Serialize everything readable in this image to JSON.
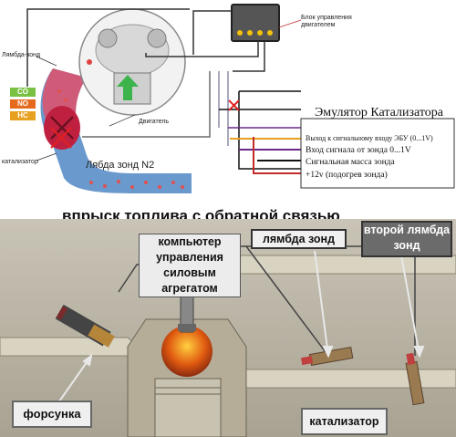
{
  "top": {
    "control_unit_label": "Блок управления двигателем",
    "lambda_probe_label": "Лямбда-зонд",
    "engine_label": "Двигатель",
    "catalyst_label": "катализатор",
    "lambda_probe_2_label": "Лябда зонд N2",
    "gases": [
      "CO",
      "NO",
      "HC"
    ]
  },
  "emulator": {
    "title": "Эмулятор Катализатора",
    "lines": [
      "Выход к сигнальному входу ЭБУ (0...1V)",
      "Вход сигнала от зонда 0...1V",
      "Сигнальная масса зонда",
      "+12v (подогрев зонда)"
    ],
    "wire_colors": [
      "#e8a020",
      "#6b2a8a",
      "#111111",
      "#c42a2a"
    ]
  },
  "bottom": {
    "title": "впрыск топлива с обратной связью",
    "callouts": {
      "computer": "компьютер управления силовым агрегатом",
      "lambda": "лямбда зонд",
      "second_lambda": "второй лямбда зонд",
      "injector": "форсунка",
      "catalyst": "катализатор"
    }
  }
}
